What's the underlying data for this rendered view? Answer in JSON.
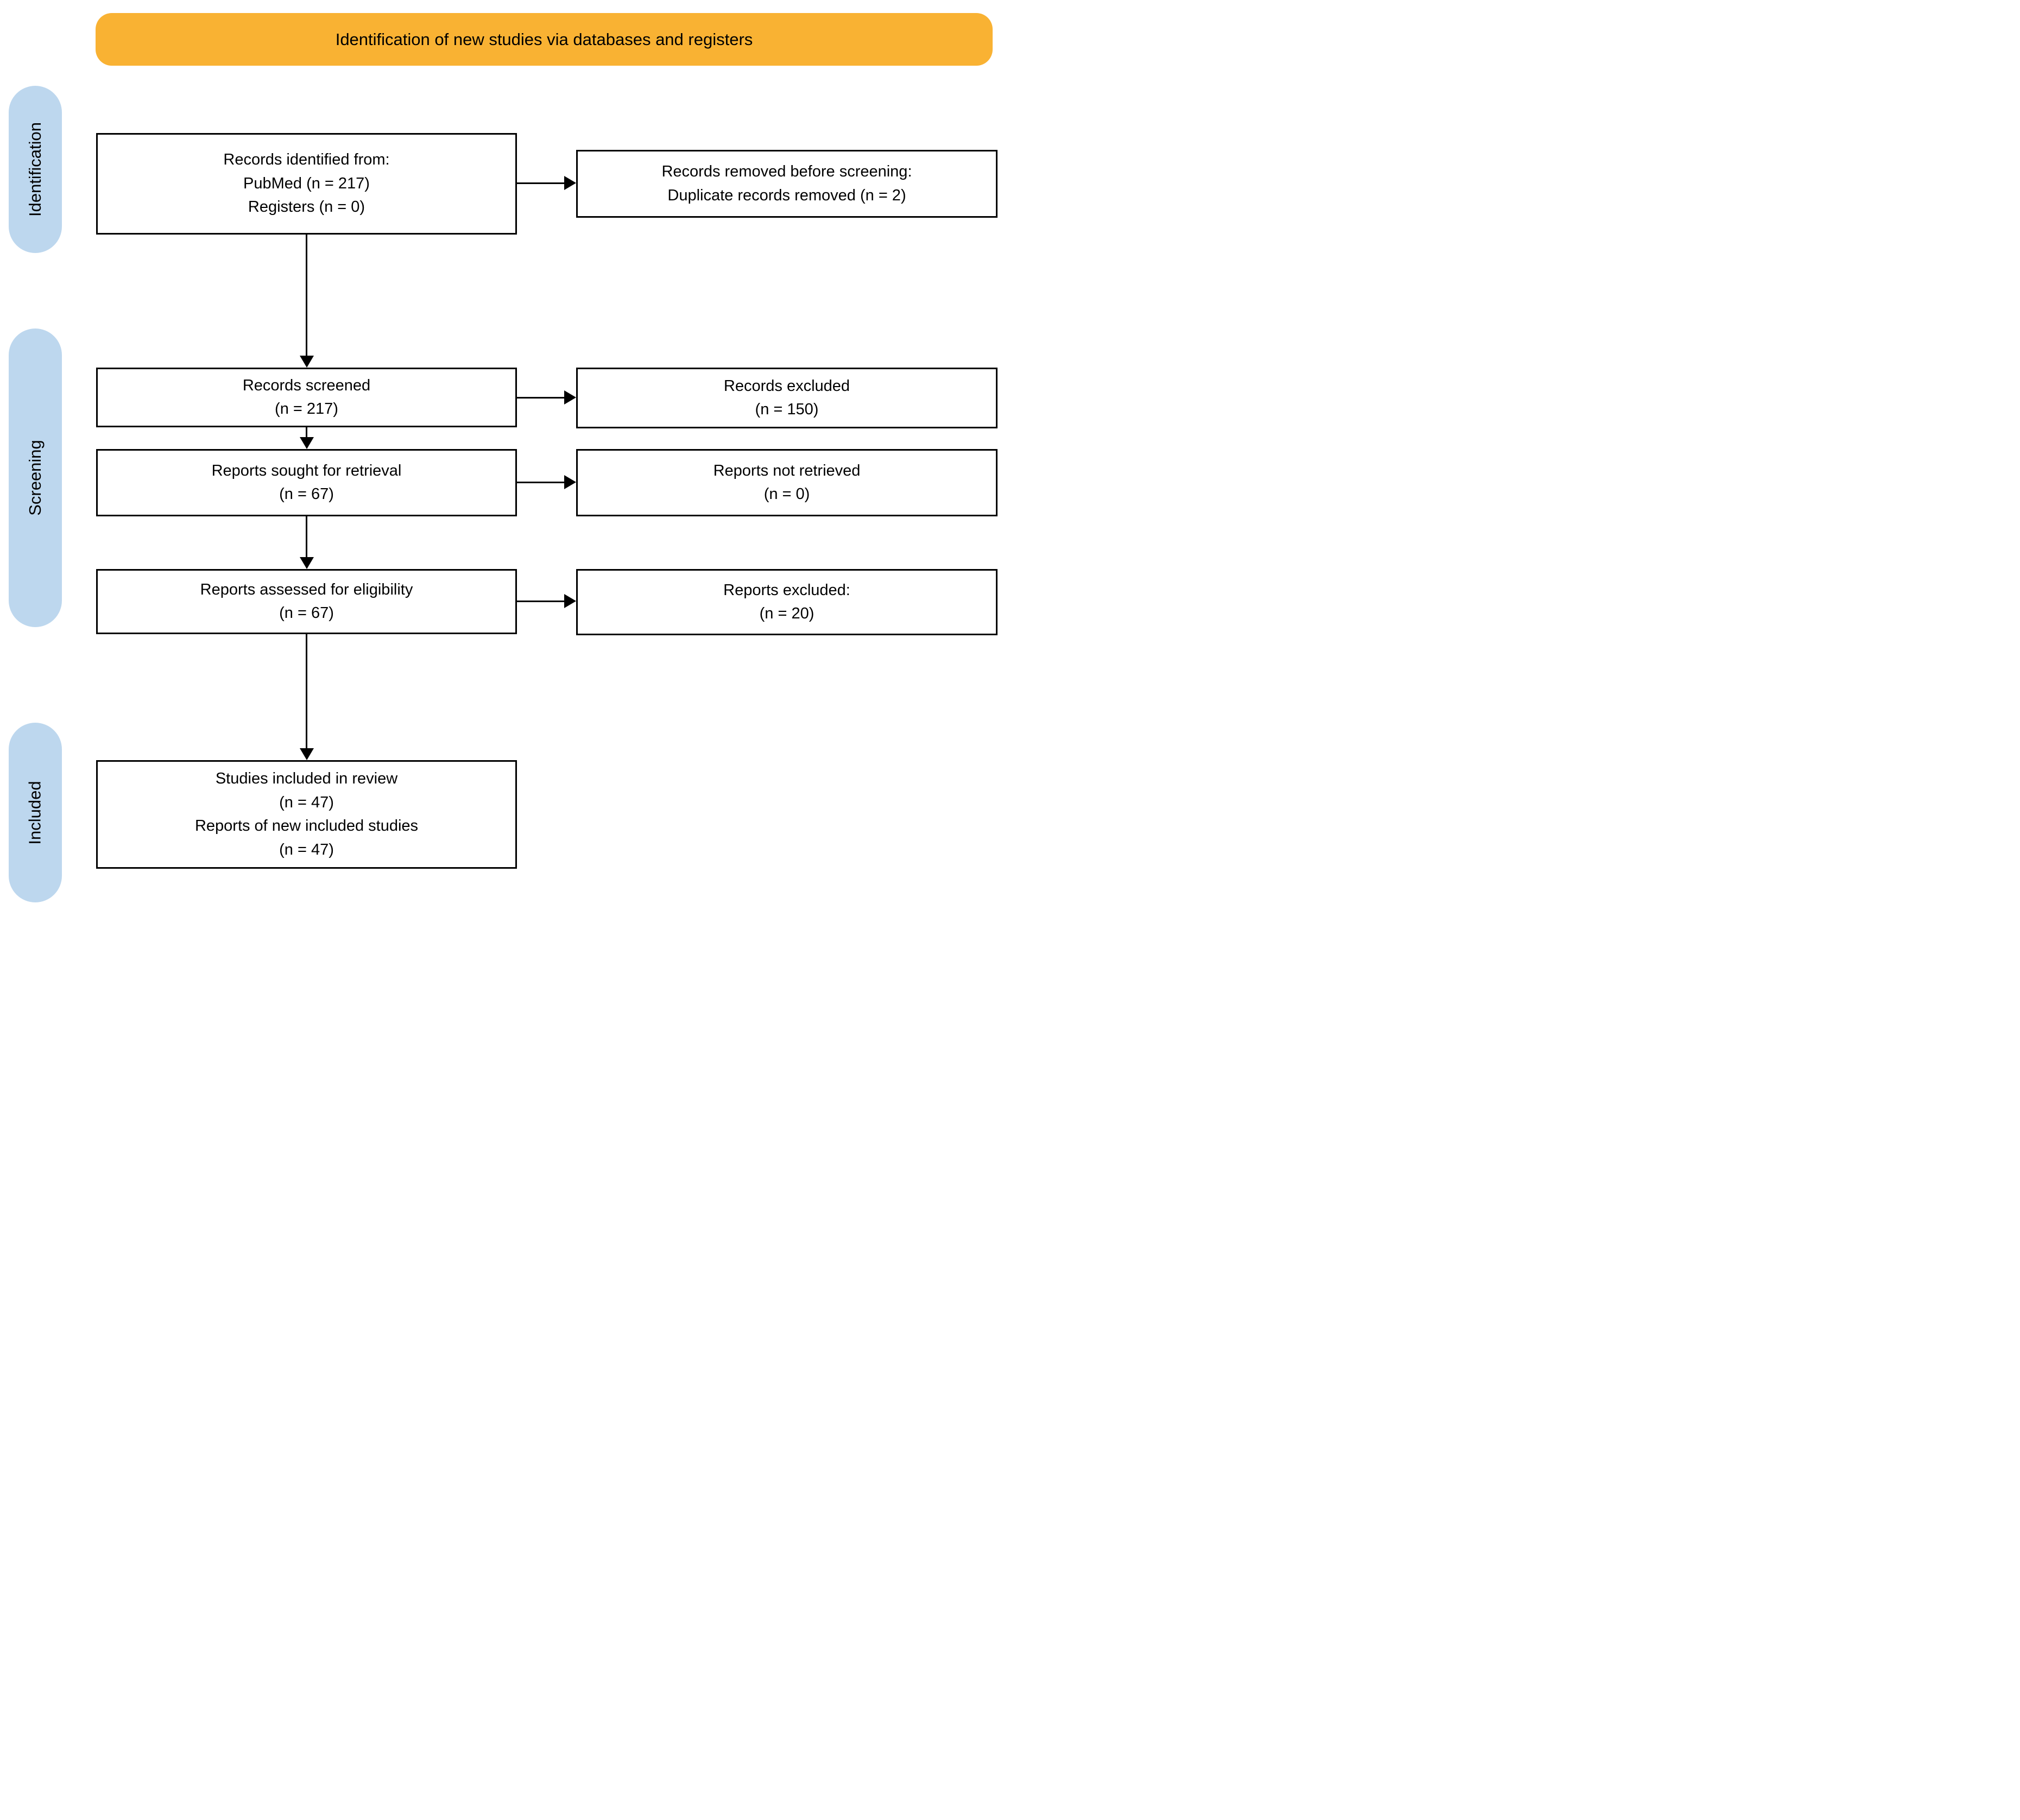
{
  "title_banner": {
    "label": "Identification of new studies via databases and registers"
  },
  "colors": {
    "banner": "#F9B233",
    "stage_pill": "#BDD7EE",
    "box_border": "#000000",
    "background": "#FFFFFF",
    "text": "#000000"
  },
  "stages": {
    "identification": "Identification",
    "screening": "Screening",
    "included": "Included"
  },
  "boxes": {
    "records_identified": {
      "line1": "Records identified from:",
      "line2": "PubMed (n = 217)",
      "line3": "Registers (n = 0)"
    },
    "records_removed": {
      "line1": "Records removed before screening:",
      "line2": "Duplicate records removed (n = 2)"
    },
    "records_screened": {
      "line1": "Records screened",
      "line2": "(n = 217)"
    },
    "records_excluded": {
      "line1": "Records excluded",
      "line2": "(n = 150)"
    },
    "reports_sought": {
      "line1": "Reports sought for retrieval",
      "line2": "(n = 67)"
    },
    "reports_not_retrieved": {
      "line1": "Reports not retrieved",
      "line2": "(n = 0)"
    },
    "reports_assessed": {
      "line1": "Reports assessed for eligibility",
      "line2": "(n = 67)"
    },
    "reports_excluded": {
      "line1": "Reports excluded:",
      "line2": "(n = 20)"
    },
    "studies_included": {
      "line1": "Studies included in review",
      "line2": "(n = 47)",
      "line3": "Reports of new included studies",
      "line4": "(n = 47)"
    }
  }
}
